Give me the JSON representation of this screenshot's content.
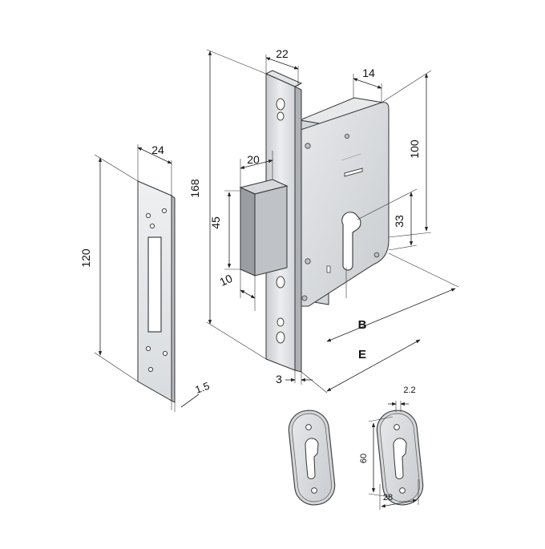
{
  "diagram": {
    "strike_plate": {
      "height": "120",
      "width": "24",
      "thickness": "1.5"
    },
    "lock": {
      "faceplate_height": "168",
      "faceplate_width": "22",
      "case_depth": "14",
      "case_height": "100",
      "bolt_width": "20",
      "bolt_height": "45",
      "bolt_throw": "10",
      "cylinder_center": "33",
      "faceplate_thickness": "3",
      "backset_label": "B",
      "distance_label": "E"
    },
    "escutcheon": {
      "height": "60",
      "width": "28",
      "thickness": "2.2"
    }
  }
}
